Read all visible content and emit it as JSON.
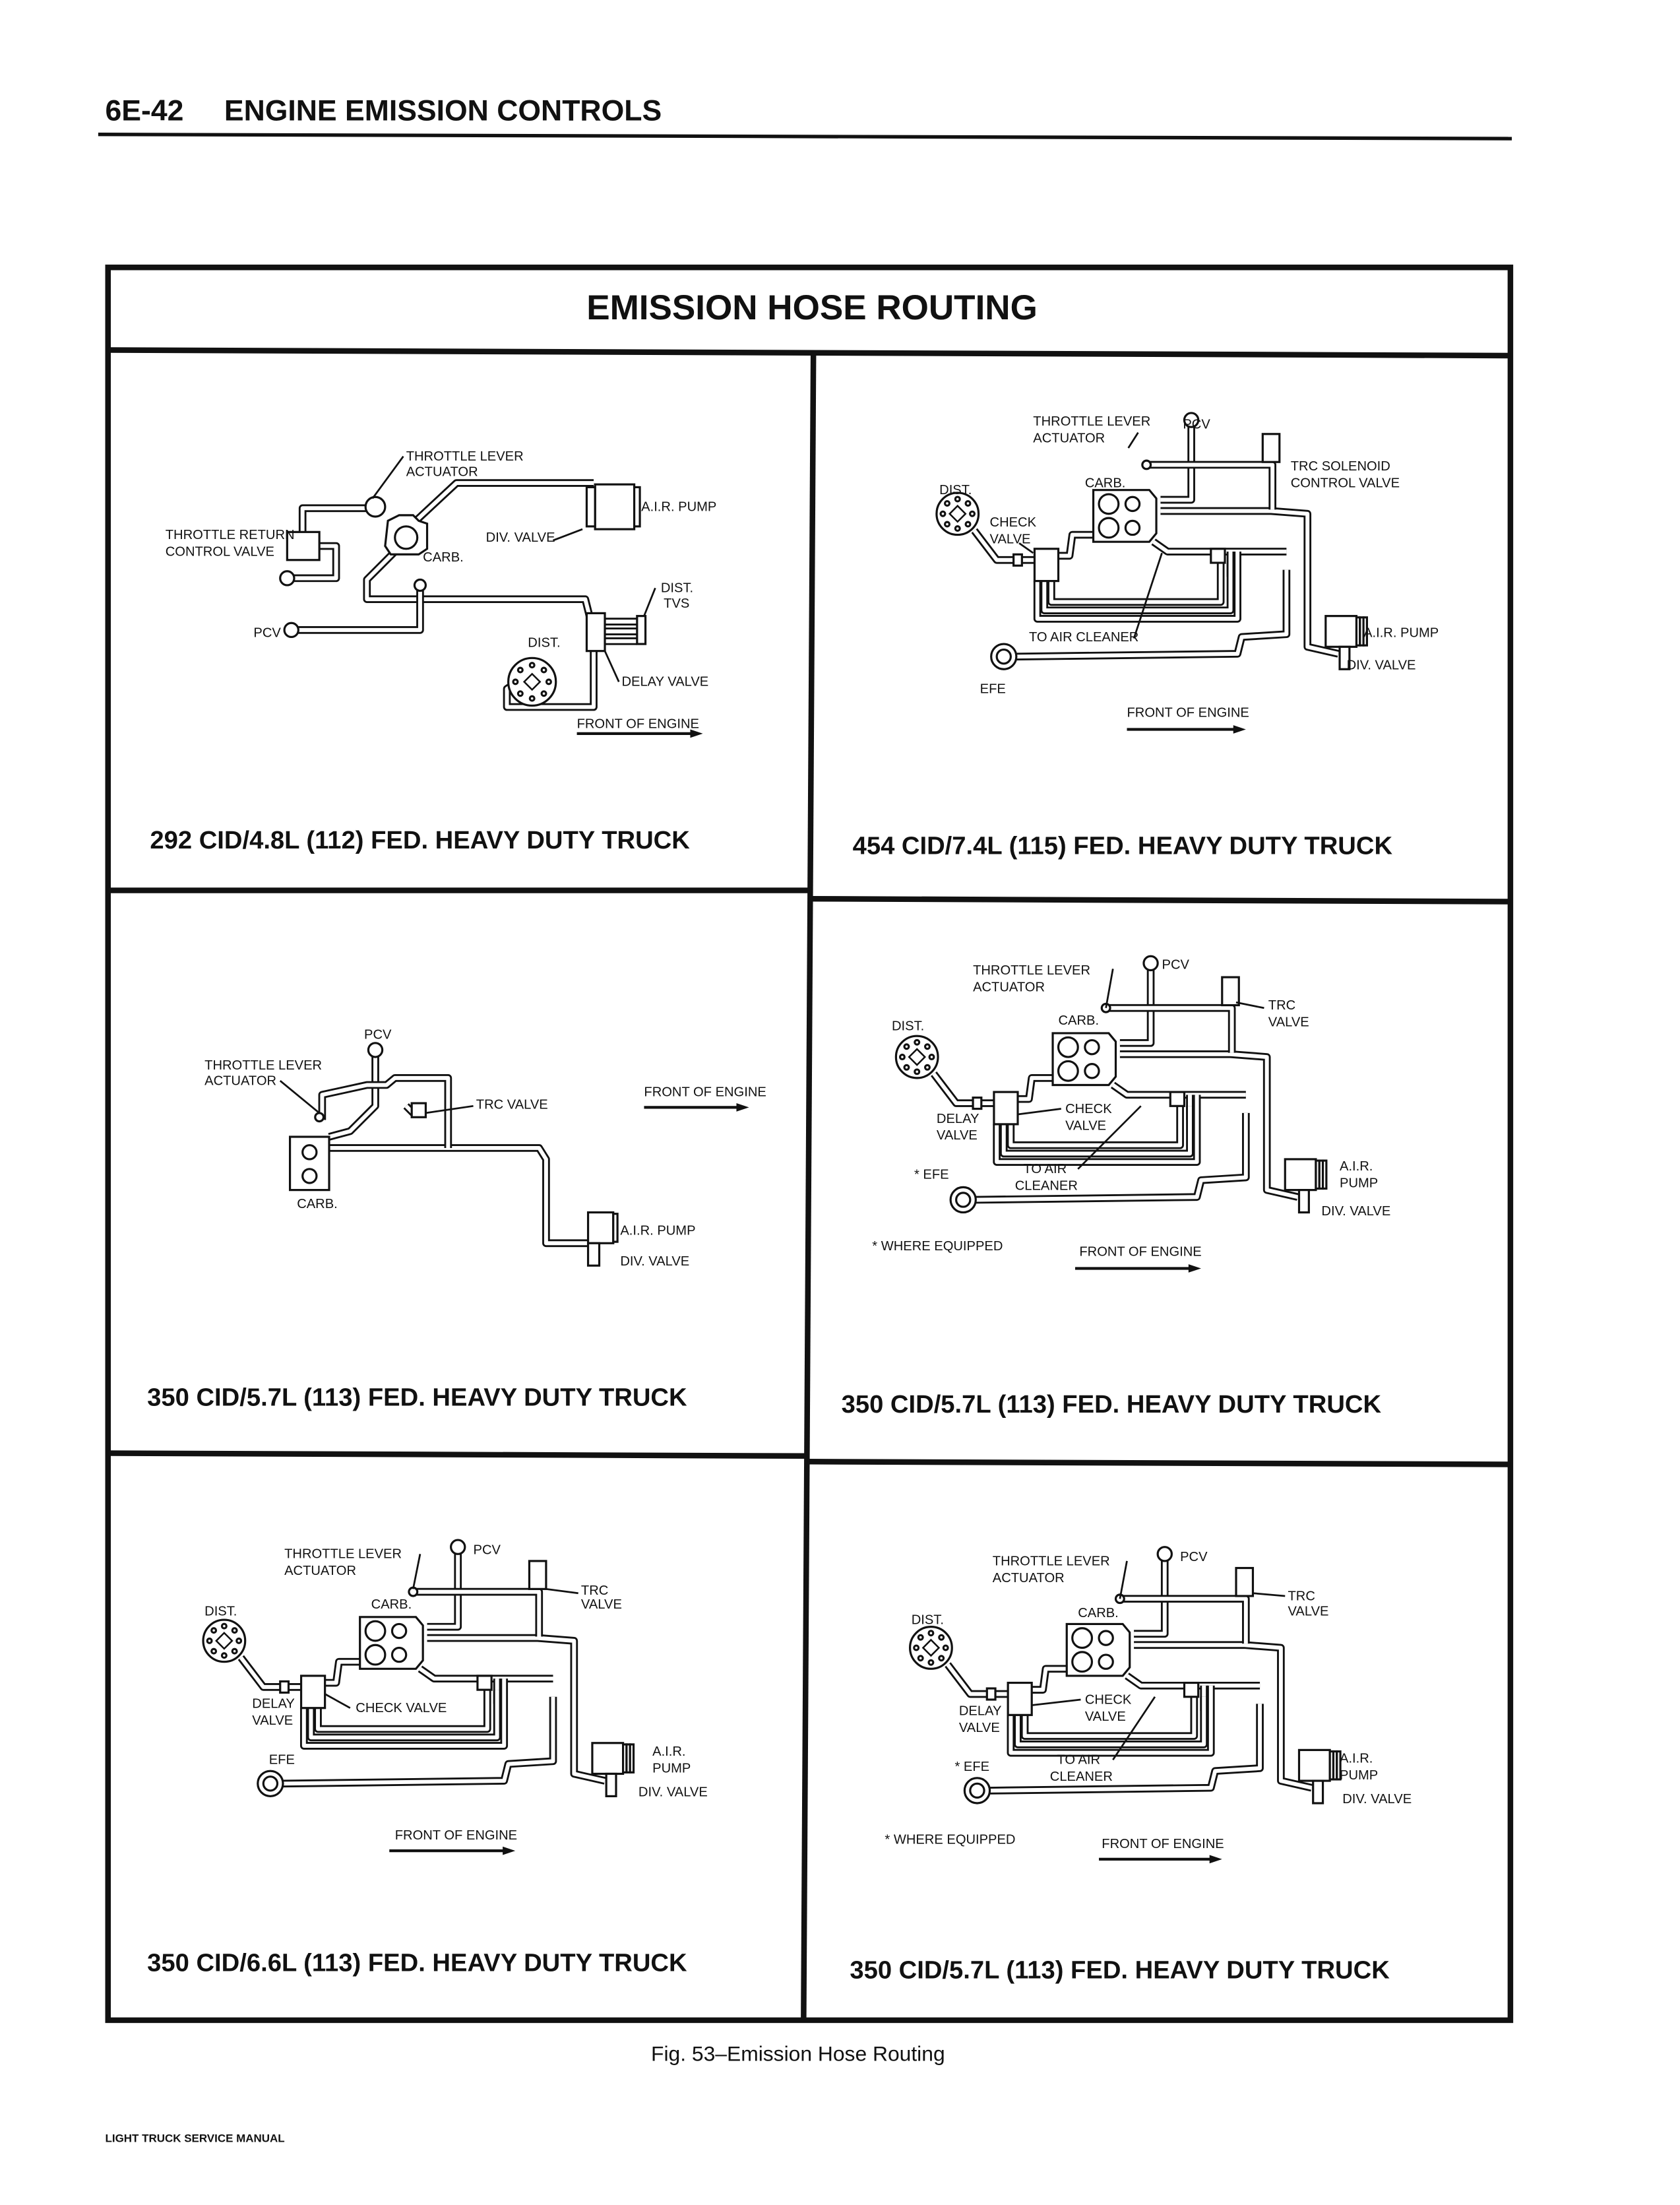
{
  "header": {
    "page_number": "6E-42",
    "section_title": "ENGINE EMISSION CONTROLS"
  },
  "figure": {
    "title": "EMISSION HOSE ROUTING",
    "caption": "Fig. 53–Emission Hose Routing"
  },
  "footer": "LIGHT TRUCK SERVICE MANUAL",
  "panels": [
    {
      "caption": "292 CID/4.8L (112) FED. HEAVY DUTY TRUCK",
      "labels": [
        "THROTTLE LEVER",
        "ACTUATOR",
        "A.I.R. PUMP",
        "THROTTLE RETURN",
        "CONTROL VALVE",
        "DIV. VALVE",
        "CARB.",
        "DIST.",
        "TVS",
        "PCV",
        "DIST.",
        "DELAY VALVE",
        "FRONT OF ENGINE"
      ]
    },
    {
      "caption": "454 CID/7.4L (115) FED. HEAVY DUTY TRUCK",
      "labels": [
        "THROTTLE LEVER",
        "ACTUATOR",
        "PCV",
        "TRC SOLENOID",
        "CONTROL VALVE",
        "CARB.",
        "DIST.",
        "CHECK",
        "VALVE",
        "A.I.R. PUMP",
        "TO AIR CLEANER",
        "DIV. VALVE",
        "EFE",
        "FRONT OF ENGINE"
      ]
    },
    {
      "caption": "350 CID/5.7L (113) FED. HEAVY DUTY TRUCK",
      "labels": [
        "PCV",
        "THROTTLE LEVER",
        "ACTUATOR",
        "FRONT OF ENGINE",
        "TRC VALVE",
        "CARB.",
        "A.I.R. PUMP",
        "DIV. VALVE"
      ]
    },
    {
      "caption": "350 CID/5.7L (113) FED. HEAVY DUTY TRUCK",
      "labels": [
        "THROTTLE LEVER",
        "ACTUATOR",
        "PCV",
        "TRC",
        "VALVE",
        "CARB.",
        "DIST.",
        "CHECK",
        "VALVE",
        "DELAY",
        "VALVE",
        "*  EFE",
        "TO AIR",
        "CLEANER",
        "A.I.R.",
        "PUMP",
        "DIV. VALVE",
        "* WHERE EQUIPPED",
        "FRONT OF ENGINE"
      ]
    },
    {
      "caption": "350 CID/6.6L (113) FED. HEAVY DUTY TRUCK",
      "labels": [
        "THROTTLE LEVER",
        "ACTUATOR",
        "PCV",
        "TRC",
        "VALVE",
        "CARB.",
        "DIST.",
        "DELAY",
        "VALVE",
        "CHECK VALVE",
        "EFE",
        "A.I.R.",
        "PUMP",
        "DIV. VALVE",
        "FRONT OF ENGINE"
      ]
    },
    {
      "caption": "350 CID/5.7L (113) FED. HEAVY DUTY TRUCK",
      "labels": [
        "THROTTLE LEVER",
        "ACTUATOR",
        "PCV",
        "TRC",
        "VALVE",
        "CARB.",
        "DIST.",
        "CHECK",
        "VALVE",
        "DELAY",
        "VALVE",
        "*  EFE",
        "TO AIR",
        "CLEANER",
        "A.I.R.",
        "PUMP",
        "DIV. VALVE",
        "* WHERE EQUIPPED",
        "FRONT OF ENGINE"
      ]
    }
  ]
}
